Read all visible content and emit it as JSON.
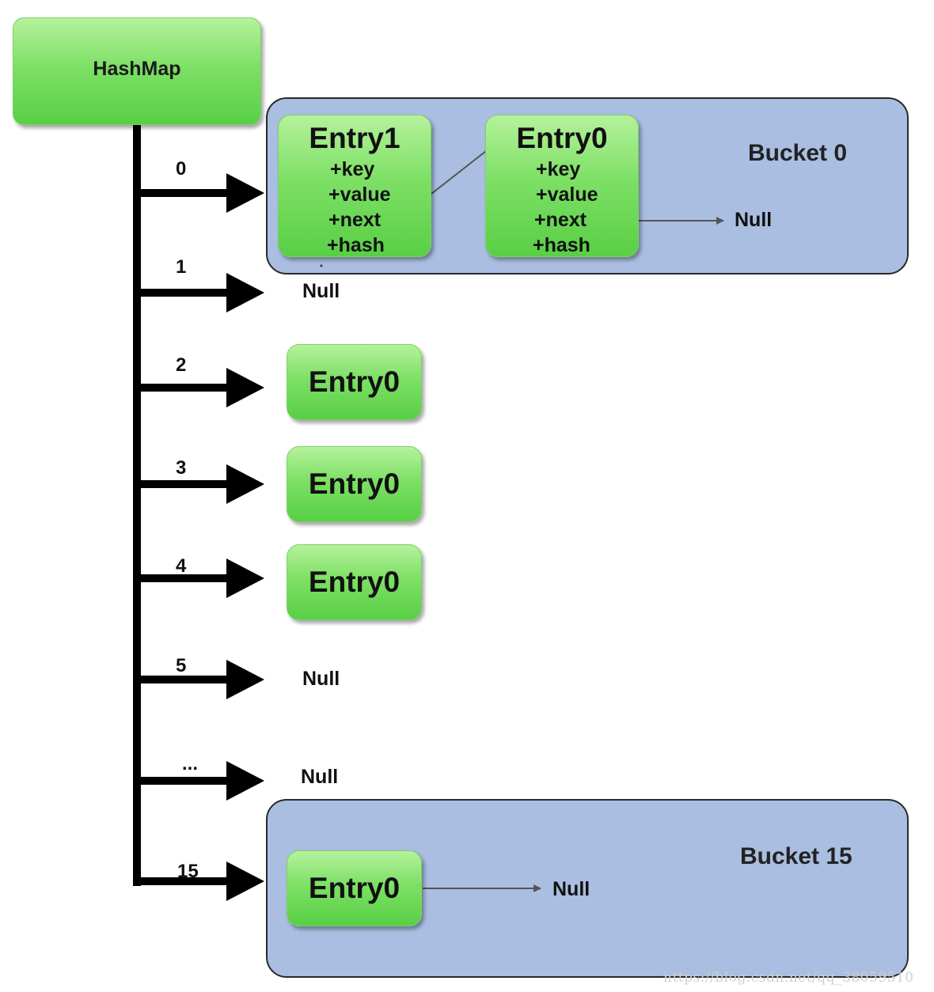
{
  "hashmap": {
    "label": "HashMap"
  },
  "buckets": [
    {
      "index_label": "0",
      "label": "Bucket 0",
      "entries": [
        {
          "title": "Entry1",
          "fields": [
            "+key",
            "+value",
            "+next",
            "+hash"
          ]
        },
        {
          "title": "Entry0",
          "fields": [
            "+key",
            "+value",
            "+next",
            "+hash"
          ]
        }
      ],
      "terminal": "Null"
    },
    {
      "index_label": "1",
      "terminal": "Null"
    },
    {
      "index_label": "2",
      "entry": "Entry0"
    },
    {
      "index_label": "3",
      "entry": "Entry0"
    },
    {
      "index_label": "4",
      "entry": "Entry0"
    },
    {
      "index_label": "5",
      "terminal": "Null"
    },
    {
      "index_label": "...",
      "terminal": "Null"
    },
    {
      "index_label": "15",
      "label": "Bucket 15",
      "entry": "Entry0",
      "terminal": "Null"
    }
  ],
  "watermark": "https://blog.csdn.net/qq_38059510",
  "colors": {
    "entry_green": "#7ee066",
    "bucket_blue": "#a9bee0",
    "line": "#000000"
  }
}
